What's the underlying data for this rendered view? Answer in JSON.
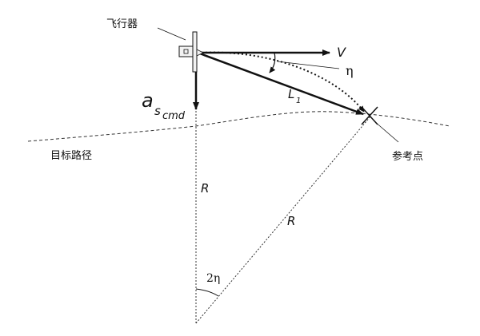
{
  "labels": {
    "aircraft": "飞行器",
    "velocity": "V",
    "eta": "η",
    "accel_main": "a",
    "accel_sub1": "s",
    "accel_sub2": "cmd",
    "l1_main": "L",
    "l1_sub": "1",
    "target_path": "目标路径",
    "reference_point": "参考点",
    "radius_left": "R",
    "radius_right": "R",
    "two_eta": "2η"
  },
  "colors": {
    "ink": "#111111",
    "aircraft_fill": "#f2f2f2"
  }
}
